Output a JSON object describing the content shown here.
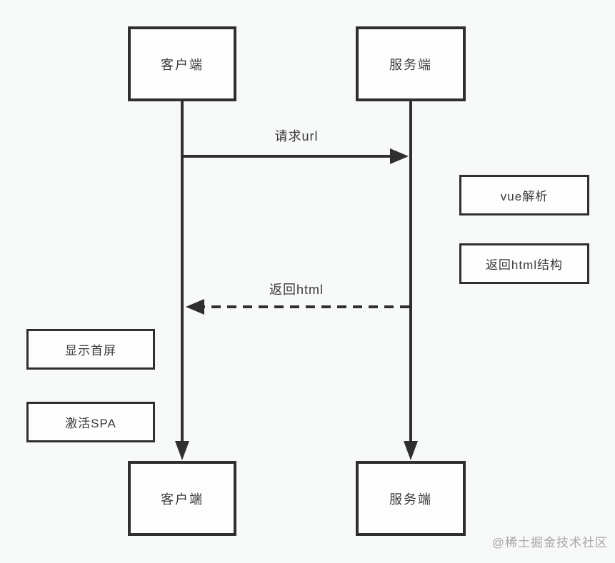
{
  "diagram": {
    "actors": {
      "client_top": {
        "label": "客户端"
      },
      "server_top": {
        "label": "服务端"
      },
      "client_bottom": {
        "label": "客户端"
      },
      "server_bottom": {
        "label": "服务端"
      }
    },
    "messages": {
      "request_url": {
        "label": "请求url",
        "style": "solid-arrow-right"
      },
      "return_html": {
        "label": "返回html",
        "style": "dashed-arrow-left"
      }
    },
    "notes": {
      "vue_parse": {
        "label": "vue解析"
      },
      "return_html_structure": {
        "label": "返回html结构"
      },
      "show_first_screen": {
        "label": "显示首屏"
      },
      "activate_spa": {
        "label": "激活SPA"
      }
    },
    "watermark": {
      "label": "@稀土掘金技术社区"
    },
    "colors": {
      "line": "#2f2f2f",
      "background": "#f7f8f8",
      "box_fill": "#fdfdfd",
      "text": "#3b3b3b",
      "watermark": "#a9a7a7"
    }
  }
}
